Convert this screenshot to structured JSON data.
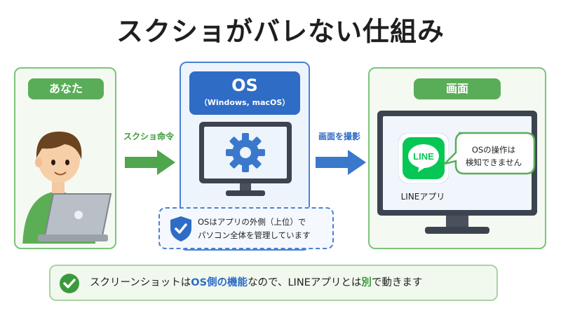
{
  "title": "スクショがバレない仕組み",
  "user_panel": {
    "label": "あなた"
  },
  "os_panel": {
    "label": "OS",
    "sublabel": "（Windows, macOS）"
  },
  "screen_panel": {
    "label": "画面"
  },
  "arrows": {
    "command": "スクショ命令",
    "capture": "画面を撮影"
  },
  "os_note": {
    "line1": "OSはアプリの外側（上位）で",
    "line2": "パソコン全体を管理しています"
  },
  "screen": {
    "app_icon_text": "LINE",
    "app_label": "LINEアプリ",
    "bubble_line1": "OSの操作は",
    "bubble_line2": "検知できません"
  },
  "banner": {
    "part1": "スクリーンショットは",
    "part2": "OS側の機能",
    "part3": "なので、LINEアプリとは",
    "part4": "別",
    "part5": "で動きます"
  },
  "colors": {
    "green": "#5aad58",
    "blue": "#2f6cc5",
    "line_green": "#06c755"
  },
  "icons": [
    "person-icon",
    "laptop-icon",
    "gear-icon",
    "shield-check-icon",
    "line-app-icon",
    "check-circle-icon",
    "arrow-right-icon"
  ]
}
